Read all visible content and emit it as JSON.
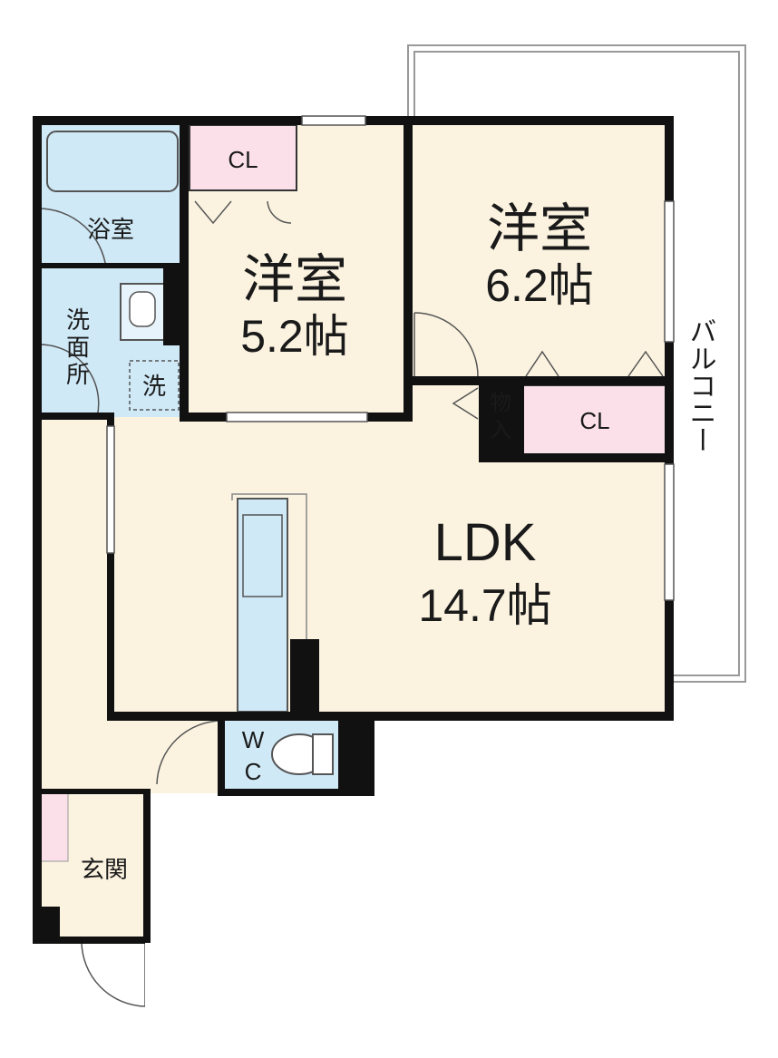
{
  "rooms": {
    "western_room_a": {
      "name": "洋室",
      "size": "5.2帖"
    },
    "western_room_b": {
      "name": "洋室",
      "size": "6.2帖"
    },
    "ldk": {
      "name": "LDK",
      "size": "14.7帖"
    },
    "bathroom": {
      "name": "浴室"
    },
    "washroom": {
      "name_chars": [
        "洗",
        "面",
        "所"
      ]
    },
    "washer": {
      "name": "洗"
    },
    "toilet": {
      "name_chars": [
        "W",
        "C"
      ]
    },
    "entrance": {
      "name": "玄関"
    },
    "storage": {
      "name_chars": [
        "物",
        "入"
      ]
    },
    "closet_a": {
      "name": "CL"
    },
    "closet_b": {
      "name": "CL"
    },
    "balcony": {
      "name": "バルコニー"
    }
  },
  "colors": {
    "floor": "#fbf3e0",
    "wet_area": "#cfe9f7",
    "closet": "#fbe0ea",
    "wall": "#111111",
    "balcony_line": "#999999"
  }
}
